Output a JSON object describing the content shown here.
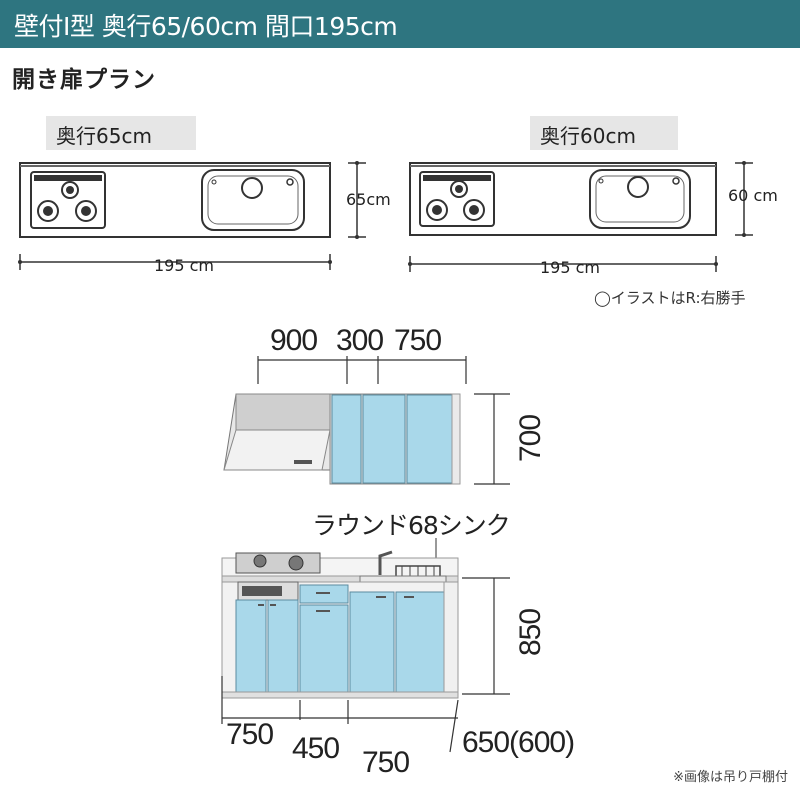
{
  "header": {
    "title": "壁付I型 奥行65/60cm 間口195cm",
    "bg_color": "#2e7580"
  },
  "plan": {
    "title": "開き扉プラン",
    "left": {
      "depth_label": "奥行65cm",
      "depth_dim": "65cm",
      "width_dim": "195 cm"
    },
    "right": {
      "depth_label": "奥行60cm",
      "depth_dim": "60 cm",
      "width_dim": "195 cm"
    },
    "note": "◯イラストはR:右勝手"
  },
  "elevation": {
    "wall_cabinet": {
      "widths": [
        "900",
        "300",
        "750"
      ],
      "height": "700"
    },
    "base_cabinet": {
      "sink_label": "ラウンド68シンク",
      "height": "850",
      "widths_top_row": [
        "750",
        "450"
      ],
      "widths_bottom_row": [
        "750"
      ],
      "depth": "650(600)",
      "door_color": "#a9d8ea"
    }
  },
  "footer_note": "※画像は吊り戸棚付"
}
